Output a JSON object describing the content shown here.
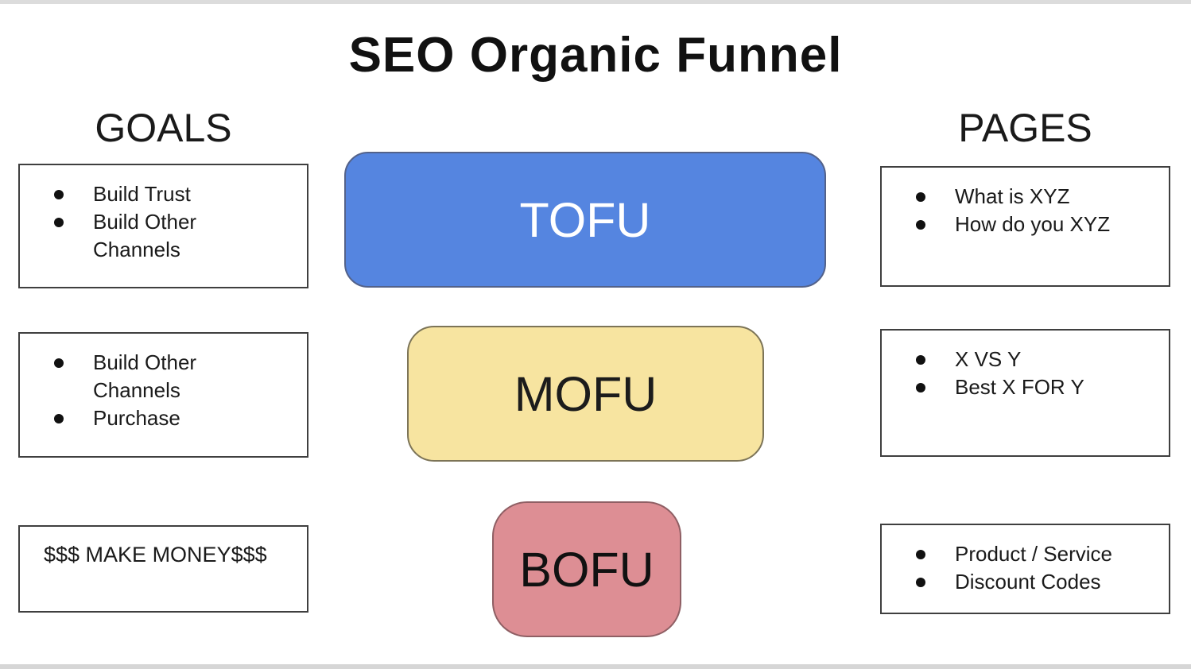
{
  "title": "SEO Organic Funnel",
  "columns": {
    "goals": {
      "header": "GOALS",
      "boxes": [
        {
          "items": [
            "Build Trust",
            "Build Other Channels"
          ]
        },
        {
          "items": [
            "Build Other Channels",
            "Purchase"
          ]
        },
        {
          "text": "$$$ MAKE MONEY$$$"
        }
      ]
    },
    "pages": {
      "header": "PAGES",
      "boxes": [
        {
          "items": [
            "What is XYZ",
            "How do you XYZ"
          ]
        },
        {
          "items": [
            "X VS Y",
            "Best X FOR Y"
          ]
        },
        {
          "items": [
            "Product / Service",
            "Discount Codes"
          ]
        }
      ]
    }
  },
  "funnel": {
    "stages": [
      {
        "label": "TOFU",
        "fill": "#5585e0",
        "text_color": "#ffffff"
      },
      {
        "label": "MOFU",
        "fill": "#f7e4a0",
        "text_color": "#1c1c1c"
      },
      {
        "label": "BOFU",
        "fill": "#dd8e94",
        "text_color": "#111111"
      }
    ]
  },
  "colors": {
    "background": "#ffffff",
    "box_border": "#3f3f3f",
    "edge_bar": "#d9d9d9"
  }
}
